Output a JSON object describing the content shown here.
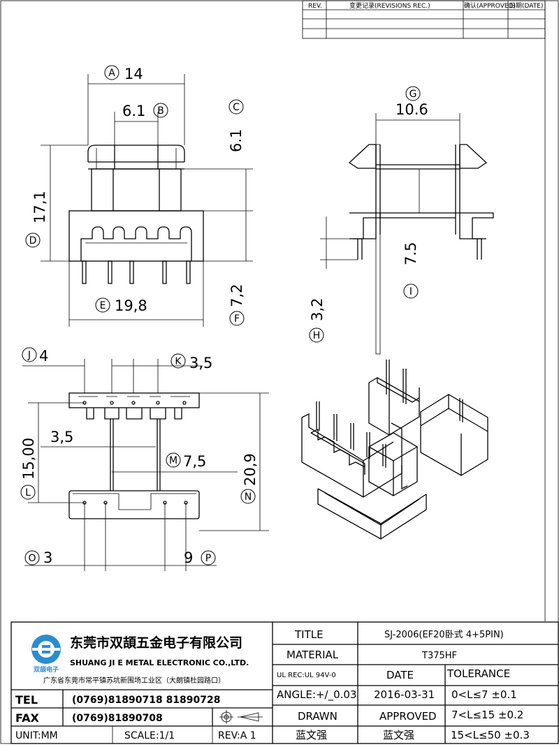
{
  "revision_table": {
    "headers": [
      "REV.",
      "变更记录(REVISIONS REC.)",
      "确认(APPROVED)",
      "日期(DATE)"
    ]
  },
  "dimensions": {
    "A": {
      "letter": "A",
      "value": "14"
    },
    "B": {
      "letter": "B",
      "value": "6.1"
    },
    "C": {
      "letter": "C",
      "value": "6.1"
    },
    "D": {
      "letter": "D",
      "value": "17,1"
    },
    "E": {
      "letter": "E",
      "value": "19,8"
    },
    "F": {
      "letter": "F",
      "value": "7,2"
    },
    "G": {
      "letter": "G",
      "value": "10.6"
    },
    "H": {
      "letter": "H",
      "value": "3,2"
    },
    "I": {
      "letter": "I",
      "value": "7.5"
    },
    "J": {
      "letter": "J",
      "value": "4"
    },
    "K": {
      "letter": "K",
      "value": "3,5"
    },
    "L": {
      "letter": "L",
      "value": "15,00"
    },
    "M": {
      "letter": "M",
      "value": "7,5"
    },
    "N": {
      "letter": "N",
      "value": "20,9"
    },
    "O": {
      "letter": "O",
      "value": "3"
    },
    "P": {
      "letter": "P",
      "value": "9"
    },
    "unlabeled": {
      "value": "3,5"
    }
  },
  "title_block": {
    "company_cn": "东莞市双頡五金电子有限公司",
    "company_en": "SHUANG JI E METAL ELECTRONIC CO.,LTD.",
    "address": "广东省东莞市常平镇苏坑新围场工业区（大朗镇杜园路口）",
    "logo_text": "双頡电子",
    "tel_label": "TEL",
    "tel_value": "(0769)81890718  81890728",
    "fax_label": "FAX",
    "fax_value": "(0769)81890708",
    "unit": "UNIT:MM",
    "scale": "SCALE:1/1",
    "rev": "REV:A  1",
    "title_label": "TITLE",
    "title_value": "SJ-2006(EF20卧式  4+5PIN)",
    "material_label": "MATERIAL",
    "material_value": "T375HF",
    "ul_rec": "UL REC:UL 94V-0",
    "date_label": "DATE",
    "tolerance_label": "TOLERANCE",
    "angle": "ANGLE:+/_0.03",
    "date_value": "2016-03-31",
    "tol_1": "0<L≤7   ±0.1",
    "drawn_label": "DRAWN",
    "approved_label": "APPROVED",
    "tol_2": "7<L≤15  ±0.2",
    "drawn_by": "蓝文强",
    "approved_by": "蓝文强",
    "tol_3": "15<L≤50  ±0.3"
  }
}
